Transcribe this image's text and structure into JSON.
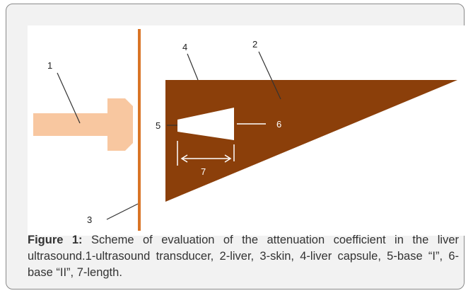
{
  "diagram": {
    "labels": {
      "transducer": "1",
      "liver": "2",
      "skin": "3",
      "capsule": "4",
      "base_one": "5",
      "base_two": "6",
      "length": "7"
    },
    "colors": {
      "liver": "#8b3f0a",
      "skin": "#d97426",
      "transducer": "#f8c7a0",
      "region": "#ffffff",
      "leader_lines": "#333333"
    }
  },
  "caption": {
    "label": "Figure 1:",
    "text": " Scheme of evaluation of the attenuation coefficient in the liver ultrasound.1-ultrasound transducer, 2-liver, 3-skin, 4-liver capsule, 5-base “I”, 6-base “II”, 7-length."
  }
}
